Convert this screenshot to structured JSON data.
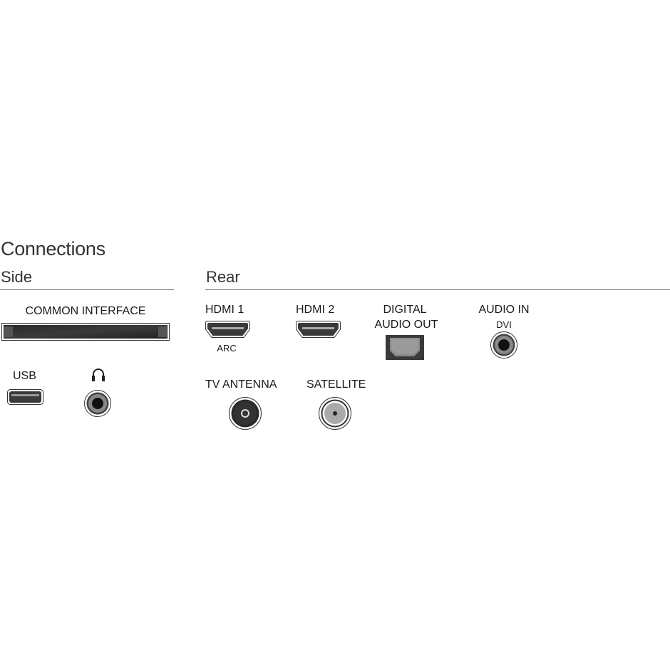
{
  "title": "Connections",
  "side": {
    "heading": "Side",
    "common_interface": "COMMON INTERFACE",
    "usb": "USB",
    "headphone_icon": "headphones-icon"
  },
  "rear": {
    "heading": "Rear",
    "hdmi1": "HDMI 1",
    "hdmi1_sub": "ARC",
    "hdmi2": "HDMI 2",
    "digital_line1": "DIGITAL",
    "digital_line2": "AUDIO OUT",
    "audio_in": "AUDIO IN",
    "audio_in_sub": "DVI",
    "tv_antenna": "TV ANTENNA",
    "satellite": "SATELLITE"
  }
}
